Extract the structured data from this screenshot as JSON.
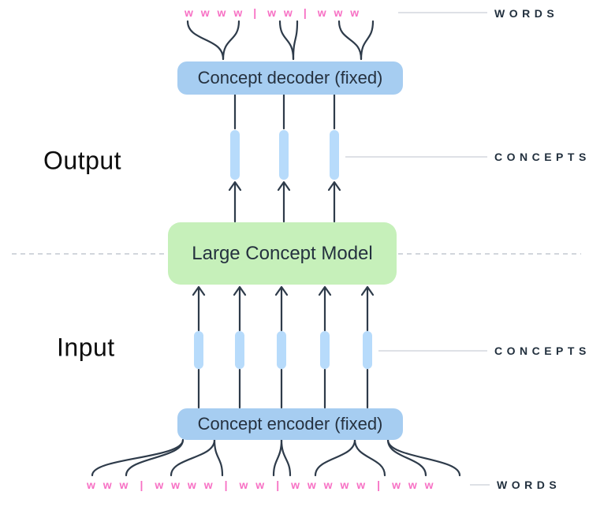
{
  "section_labels": {
    "output": "Output",
    "input": "Input"
  },
  "side_labels": {
    "words_top": "WORDS",
    "concepts_output": "CONCEPTS",
    "concepts_input": "CONCEPTS",
    "words_bottom": "WORDS"
  },
  "boxes": {
    "decoder_label": "Concept decoder (fixed)",
    "lcm_label": "Large Concept Model",
    "encoder_label": "Concept encoder (fixed)"
  },
  "words_top": {
    "separator": "|",
    "groups": [
      "w w w w",
      "w w",
      "w w w"
    ]
  },
  "words_bottom": {
    "separator": "|",
    "groups": [
      "w w w",
      "w w w w",
      "w w",
      "w w w w w",
      "w w w"
    ]
  },
  "concept_bars": {
    "output_count": 3,
    "input_count": 5
  },
  "colors": {
    "box_blue": "#a6cdf1",
    "bar_blue": "#b7dbfb",
    "box_green": "#c6f0ba",
    "word_pink": "#f770c4",
    "line_dark": "#2e3b4a",
    "label_dark": "#22303e",
    "callout_gray": "#c9cfd8",
    "dash_gray": "#c3c9d1"
  }
}
